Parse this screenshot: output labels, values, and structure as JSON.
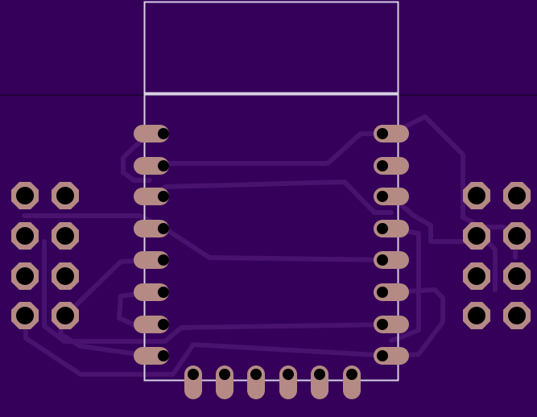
{
  "board": {
    "background_color": "#34005a",
    "copper_color": "#b58a84",
    "drill_color": "#000000",
    "trace_color": "#48126e",
    "outline_color": "#d8d0e4",
    "edge_line_color": "#1c0030"
  },
  "footprints": {
    "module": {
      "left_pads": 8,
      "right_pads": 8,
      "bottom_pads": 6
    },
    "left_header": {
      "columns": 2,
      "rows": 4
    },
    "right_header": {
      "columns": 2,
      "rows": 4
    }
  }
}
